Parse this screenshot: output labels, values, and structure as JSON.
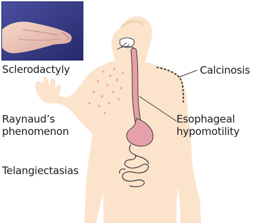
{
  "figure": {
    "labels": {
      "sclerodactyly": "Sclerodactyly",
      "calcinosis": "Calcinosis",
      "raynauds": "Raynaud’s\nphenomenon",
      "esophageal": "Esophageal\nhypomotility",
      "telangiectasias": "Telangiectasias"
    },
    "colors": {
      "skin": "#fbe3cc",
      "skin_shadow": "#f4d0b0",
      "telangiectasia_dots": "#f0a0a8",
      "esophagus": "#e6a0aa",
      "intestine": "#ffffff",
      "outline": "#3a3a3a",
      "photo_bg": "#3b3f8f",
      "photo_hand": "#f0c8b8"
    },
    "inset_photo": "hand-photo"
  }
}
